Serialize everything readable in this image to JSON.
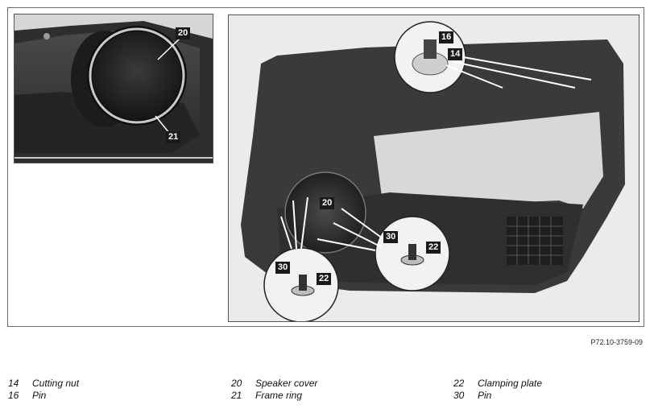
{
  "figure": {
    "reference": "P72.10-3759-09",
    "callouts": {
      "left_speaker_cover": "20",
      "left_frame_ring": "21",
      "right_pin_top": "16",
      "right_cutting_nut": "14",
      "right_speaker_cover": "20",
      "detail_a_pin": "30",
      "detail_a_plate": "22",
      "detail_b_pin": "30",
      "detail_b_plate": "22"
    }
  },
  "legend": [
    [
      {
        "num": "14",
        "label": "Cutting nut"
      },
      {
        "num": "16",
        "label": "Pin"
      }
    ],
    [
      {
        "num": "20",
        "label": "Speaker cover"
      },
      {
        "num": "21",
        "label": "Frame ring"
      }
    ],
    [
      {
        "num": "22",
        "label": "Clamping plate"
      },
      {
        "num": "30",
        "label": "Pin"
      }
    ]
  ]
}
